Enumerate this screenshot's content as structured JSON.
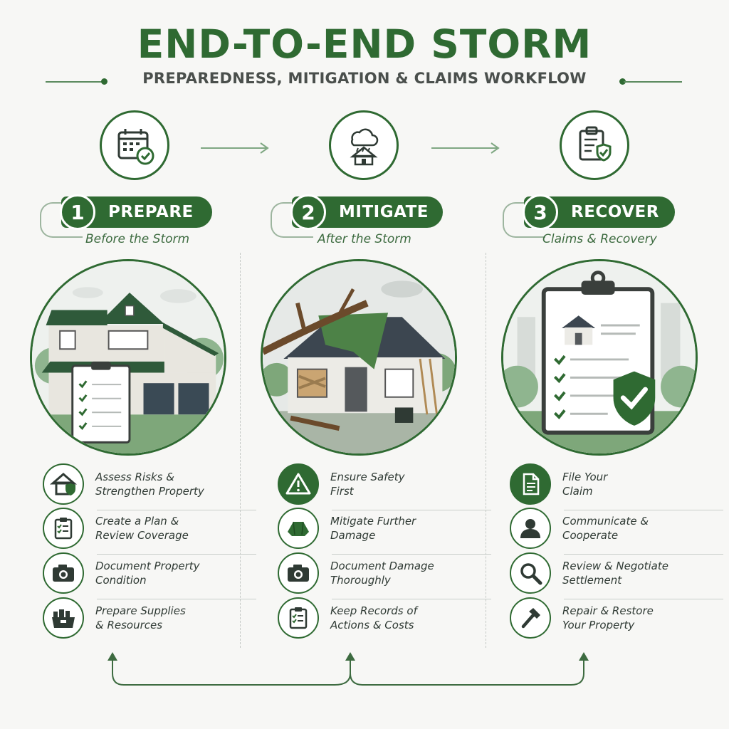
{
  "header": {
    "title": "END-TO-END STORM",
    "subtitle": "PREPAREDNESS, MITIGATION & CLAIMS WORKFLOW"
  },
  "colors": {
    "brand": "#2f6a32",
    "accent": "#5b8a5e",
    "text": "#2f3a34"
  },
  "phases": [
    {
      "number": "1",
      "label": "PREPARE",
      "subtitle": "Before the Storm",
      "top_icon": "calendar-check-icon",
      "steps": [
        {
          "icon": "house-shield-icon",
          "line1": "Assess Risks &",
          "line2": "Strengthen Property"
        },
        {
          "icon": "clipboard-checklist-icon",
          "line1": "Create a Plan &",
          "line2": "Review Coverage"
        },
        {
          "icon": "camera-icon",
          "line1": "Document Property",
          "line2": "Condition"
        },
        {
          "icon": "supply-box-icon",
          "line1": "Prepare Supplies",
          "line2": "& Resources"
        }
      ]
    },
    {
      "number": "2",
      "label": "MITIGATE",
      "subtitle": "After the Storm",
      "top_icon": "storm-house-icon",
      "steps": [
        {
          "icon": "warning-icon",
          "line1": "Ensure Safety",
          "line2": "First"
        },
        {
          "icon": "tarp-icon",
          "line1": "Mitigate Further",
          "line2": "Damage"
        },
        {
          "icon": "camera-icon",
          "line1": "Document Damage",
          "line2": "Thoroughly"
        },
        {
          "icon": "clipboard-checklist-icon",
          "line1": "Keep Records of",
          "line2": "Actions & Costs"
        }
      ]
    },
    {
      "number": "3",
      "label": "RECOVER",
      "subtitle": "Claims & Recovery",
      "top_icon": "clipboard-shield-icon",
      "steps": [
        {
          "icon": "document-icon",
          "line1": "File Your",
          "line2": "Claim"
        },
        {
          "icon": "person-icon",
          "line1": "Communicate &",
          "line2": "Cooperate"
        },
        {
          "icon": "magnifier-icon",
          "line1": "Review & Negotiate",
          "line2": "Settlement"
        },
        {
          "icon": "hammer-icon",
          "line1": "Repair & Restore",
          "line2": "Your Property"
        }
      ]
    }
  ]
}
